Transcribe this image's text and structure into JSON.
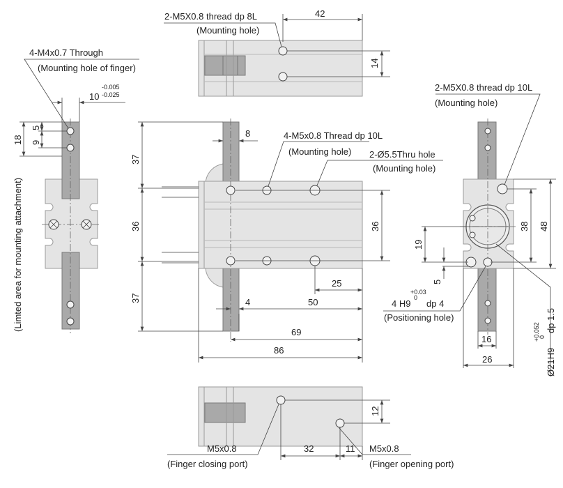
{
  "top_view": {
    "callout_line1": "2-M5X0.8 thread dp 8L",
    "callout_line2": "(Mounting hole)",
    "dim_42": "42",
    "dim_14": "14"
  },
  "side_view_left": {
    "callout_line1": "4-M4x0.7 Through",
    "callout_line2": "(Mounting hole of finger)",
    "dim_10": "10",
    "tol_10_upper": "-0.005",
    "tol_10_lower": "-0.025",
    "dim_5": "5",
    "dim_9": "9",
    "dim_18": "18",
    "vertical_note": "(Limted area for mounting attachment)"
  },
  "front_view": {
    "thread_callout_line1": "4-M5x0.8 Thread dp 10L",
    "thread_callout_line2": "(Mounting hole)",
    "thru_callout_line1": "2-Ø5.5Thru hole",
    "thru_callout_line2": "(Mounting hole)",
    "dim_8": "8",
    "dim_37_top": "37",
    "dim_36_left": "36",
    "dim_37_bottom": "37",
    "dim_36_right": "36",
    "dim_25": "25",
    "dim_4": "4",
    "dim_50": "50",
    "dim_69": "69",
    "dim_86": "86"
  },
  "side_view_right": {
    "callout_line1": "2-M5X0.8 thread dp 10L",
    "callout_line2": "(Mounting hole)",
    "dim_38": "38",
    "dim_48": "48",
    "dim_19": "19",
    "dim_5": "5",
    "pos_hole_line1": "4 H9",
    "pos_hole_tol_upper": "+0.03",
    "pos_hole_tol_lower": "0",
    "pos_hole_depth": "dp 4",
    "pos_hole_line2": "(Positioning hole)",
    "dim_16": "16",
    "dim_26": "26",
    "bore_note": "Ø21H9",
    "bore_tol_upper": "+0.052",
    "bore_tol_lower": "0",
    "bore_depth": "dp 1.5"
  },
  "bottom_view": {
    "close_port_size": "M5x0.8",
    "close_port_label": "(Finger closing port)",
    "open_port_size": "M5x0.8",
    "open_port_label": "(Finger opening port)",
    "dim_12": "12",
    "dim_32": "32",
    "dim_11": "11"
  }
}
